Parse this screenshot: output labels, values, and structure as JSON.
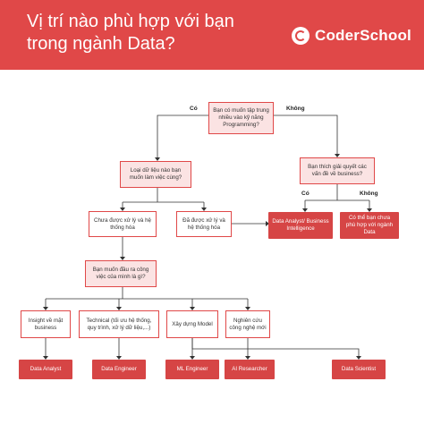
{
  "header": {
    "title_line1": "Vị trí nào phù hợp với bạn",
    "title_line2": "trong ngành Data?",
    "logo_text": "CoderSchool"
  },
  "nodes": {
    "q_programming": "Bạn có muốn tập trung nhiều vào kỹ năng Programming?",
    "q_data_type": "Loại dữ liệu nào bạn muốn làm việc cùng?",
    "q_business": "Bạn thích giải quyết các vấn đề về business?",
    "unprocessed": "Chưa được xử lý và hệ thống hóa",
    "processed": "Đã được xử lý và hệ thống hóa",
    "da_bi": "Data Analyst/ Business Intelligence",
    "other": "Có thể bạn chưa phù hợp với ngành Data",
    "q_output": "Bạn muốn đầu ra công việc của mình là gì?",
    "insight": "Insight về mặt business",
    "technical": "Technical (tối ưu hệ thống, quy trình, xử lý dữ liệu,...)",
    "build_model": "Xây dựng Model",
    "research": "Nghiên cứu công nghệ mới",
    "data_analyst": "Data Analyst",
    "data_engineer": "Data Engineer",
    "ml_engineer": "ML Engineer",
    "ai_researcher": "AI Researcher",
    "data_scientist": "Data Scientist"
  },
  "edge_labels": {
    "yes_top": "Có",
    "no_top": "Không",
    "yes_business": "Có",
    "no_business": "Không"
  },
  "colors": {
    "brand_red": "#e04848",
    "solid_box": "#d64545",
    "pink_fill": "#fbe3e3"
  }
}
